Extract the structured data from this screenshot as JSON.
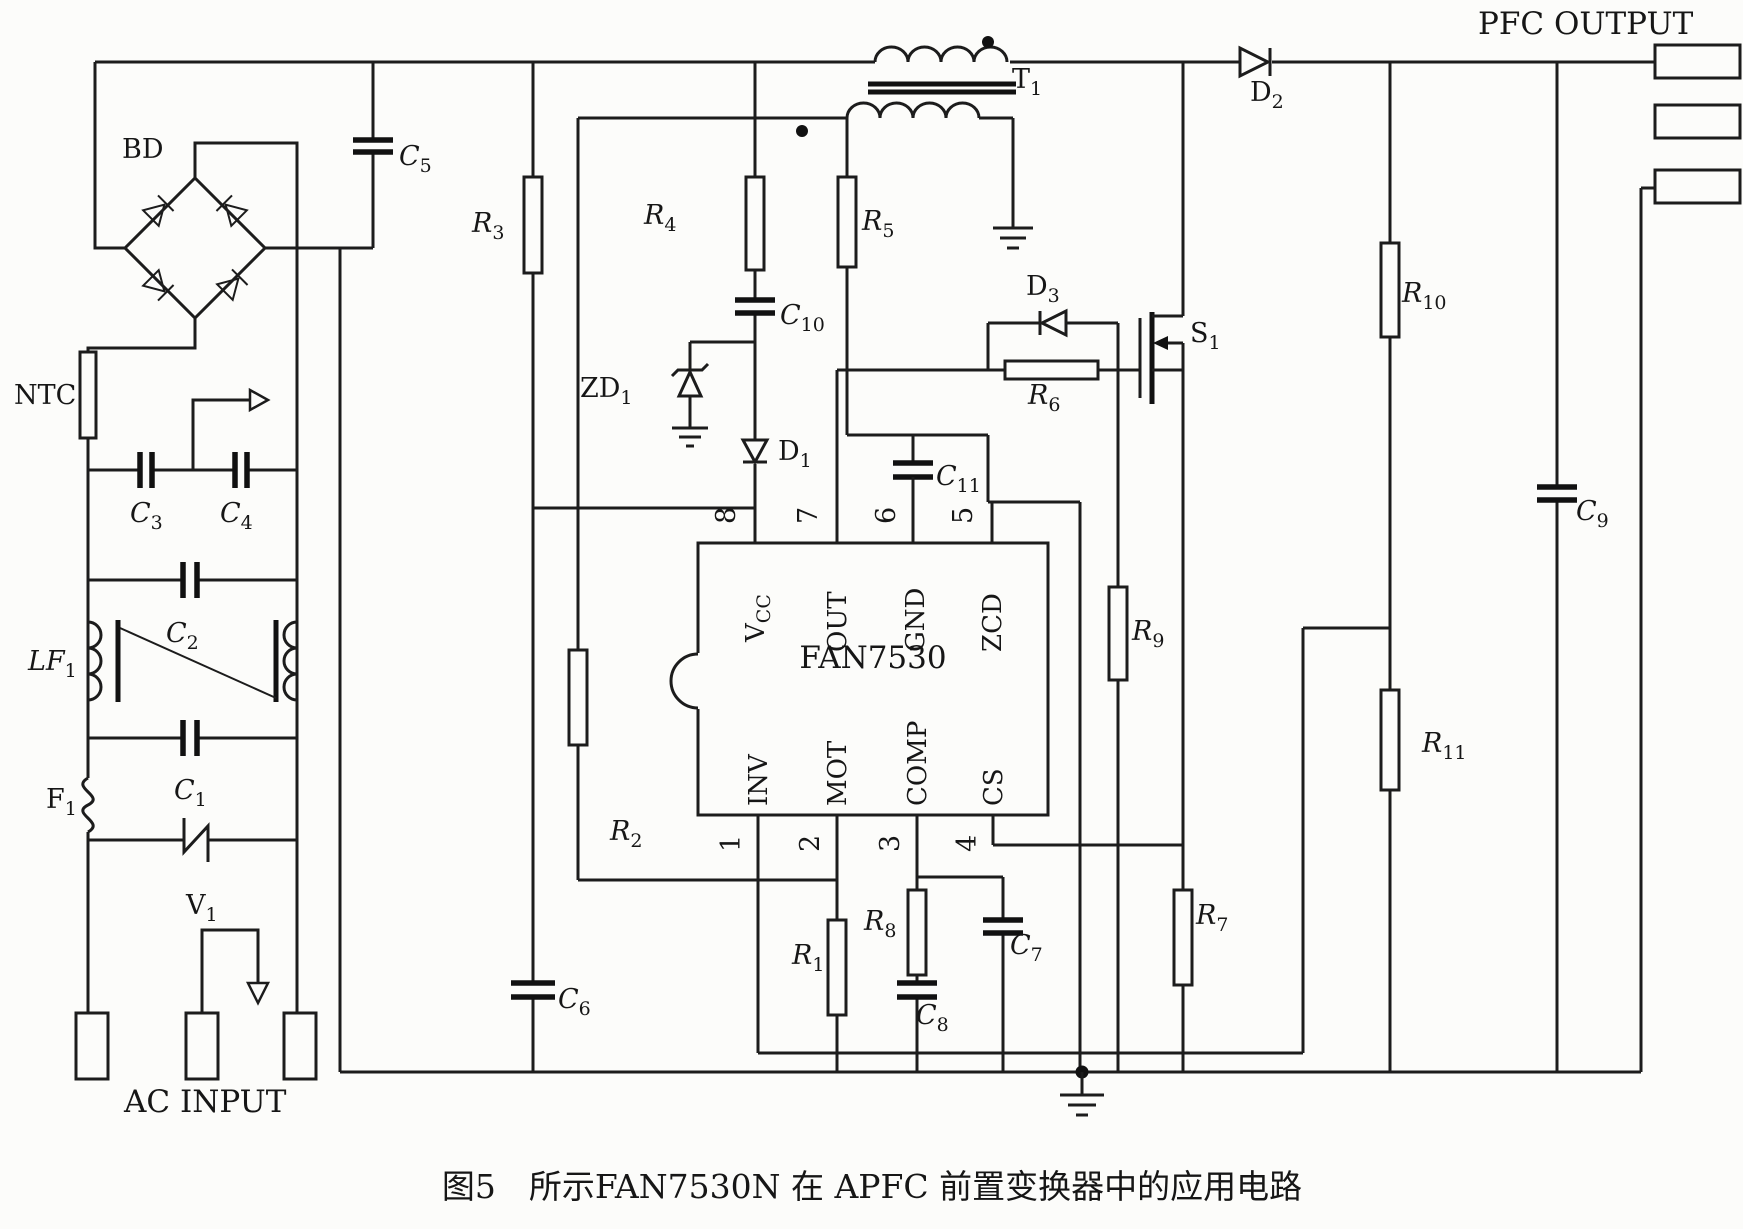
{
  "title": {
    "pfc_output": "PFC OUTPUT",
    "ac_input": "AC INPUT"
  },
  "caption": "图5　所示FAN7530N 在 APFC 前置变换器中的应用电路",
  "ic": {
    "name": "FAN7530",
    "pins_top": [
      {
        "num": "8",
        "name": "V",
        "name_sub": "CC"
      },
      {
        "num": "7",
        "name": "OUT",
        "name_sub": ""
      },
      {
        "num": "6",
        "name": "GND",
        "name_sub": ""
      },
      {
        "num": "5",
        "name": "ZCD",
        "name_sub": ""
      }
    ],
    "pins_bottom": [
      {
        "num": "1",
        "name": "INV",
        "name_sub": ""
      },
      {
        "num": "2",
        "name": "MOT",
        "name_sub": ""
      },
      {
        "num": "3",
        "name": "COMP",
        "name_sub": ""
      },
      {
        "num": "4",
        "name": "CS",
        "name_sub": ""
      }
    ]
  },
  "labels": {
    "bd": {
      "main": "BD",
      "sub": ""
    },
    "ntc": {
      "main": "NTC",
      "sub": ""
    },
    "lf1": {
      "main": "LF",
      "sub": "1"
    },
    "v1": {
      "main": "V",
      "sub": "1"
    },
    "f1": {
      "main": "F",
      "sub": "1"
    },
    "t1": {
      "main": "T",
      "sub": "1"
    },
    "s1": {
      "main": "S",
      "sub": "1"
    },
    "d1": {
      "main": "D",
      "sub": "1"
    },
    "d2": {
      "main": "D",
      "sub": "2"
    },
    "d3": {
      "main": "D",
      "sub": "3"
    },
    "zd1": {
      "main": "ZD",
      "sub": "1"
    },
    "r1": {
      "main": "R",
      "sub": "1"
    },
    "r2": {
      "main": "R",
      "sub": "2"
    },
    "r3": {
      "main": "R",
      "sub": "3"
    },
    "r4": {
      "main": "R",
      "sub": "4"
    },
    "r5": {
      "main": "R",
      "sub": "5"
    },
    "r6": {
      "main": "R",
      "sub": "6"
    },
    "r7": {
      "main": "R",
      "sub": "7"
    },
    "r8": {
      "main": "R",
      "sub": "8"
    },
    "r9": {
      "main": "R",
      "sub": "9"
    },
    "r10": {
      "main": "R",
      "sub": "10"
    },
    "r11": {
      "main": "R",
      "sub": "11"
    },
    "c1": {
      "main": "C",
      "sub": "1"
    },
    "c2": {
      "main": "C",
      "sub": "2"
    },
    "c3": {
      "main": "C",
      "sub": "3"
    },
    "c4": {
      "main": "C",
      "sub": "4"
    },
    "c5": {
      "main": "C",
      "sub": "5"
    },
    "c6": {
      "main": "C",
      "sub": "6"
    },
    "c7": {
      "main": "C",
      "sub": "7"
    },
    "c8": {
      "main": "C",
      "sub": "8"
    },
    "c9": {
      "main": "C",
      "sub": "9"
    },
    "c10": {
      "main": "C",
      "sub": "10"
    },
    "c11": {
      "main": "C",
      "sub": "11"
    }
  }
}
